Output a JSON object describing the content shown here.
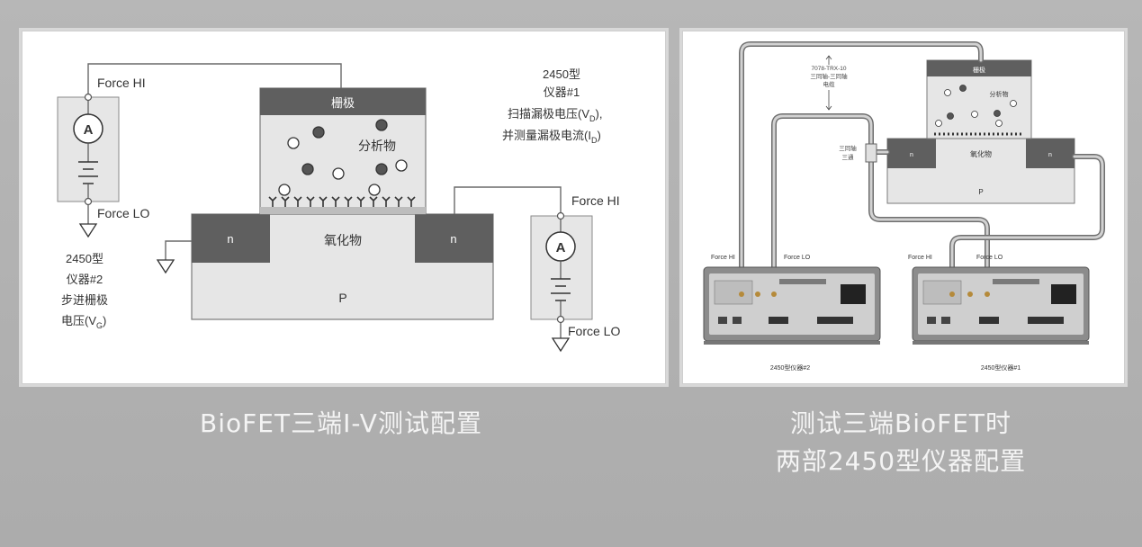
{
  "left_diagram": {
    "gate_label": "栅极",
    "analyte_label": "分析物",
    "oxide_label": "氧化物",
    "n_left": "n",
    "n_right": "n",
    "p_label": "P",
    "force_hi_left": "Force HI",
    "force_lo_left": "Force LO",
    "force_hi_right": "Force HI",
    "force_lo_right": "Force LO",
    "ammeter_symbol": "A",
    "inst1_line1": "2450型",
    "inst1_line2": "仪器#1",
    "inst1_line3": "扫描漏极电压(V",
    "inst1_line3_sub": "D",
    "inst1_line3_end": "),",
    "inst1_line4": "并测量漏极电流(I",
    "inst1_line4_sub": "D",
    "inst1_line4_end": ")",
    "inst2_line1": "2450型",
    "inst2_line2": "仪器#2",
    "inst2_line3": "步进栅极",
    "inst2_line4": "电压(V",
    "inst2_line4_sub": "G",
    "inst2_line4_end": ")"
  },
  "right_diagram": {
    "cable_label_1": "7078-TRX-10",
    "cable_label_2": "三同轴-三同轴",
    "cable_label_3": "电缆",
    "tee_label_1": "三同轴",
    "tee_label_2": "三通",
    "gate_label": "栅极",
    "analyte_label": "分析物",
    "oxide_label": "氧化物",
    "n_left": "n",
    "n_right": "n",
    "p_label": "P",
    "inst_left_force_hi": "Force HI",
    "inst_left_force_lo": "Force LO",
    "inst_right_force_hi": "Force HI",
    "inst_right_force_lo": "Force LO",
    "inst_left_name": "2450型仪器#2",
    "inst_right_name": "2450型仪器#1"
  },
  "captions": {
    "left": "BioFET三端I-V测试配置",
    "right_line1": "测试三端BioFET时",
    "right_line2": "两部2450型仪器配置"
  },
  "colors": {
    "dark_block": "#5f5f5f",
    "light_block": "#e6e6e6",
    "wire": "#6a6a6a",
    "background": "#b1b1b1"
  }
}
